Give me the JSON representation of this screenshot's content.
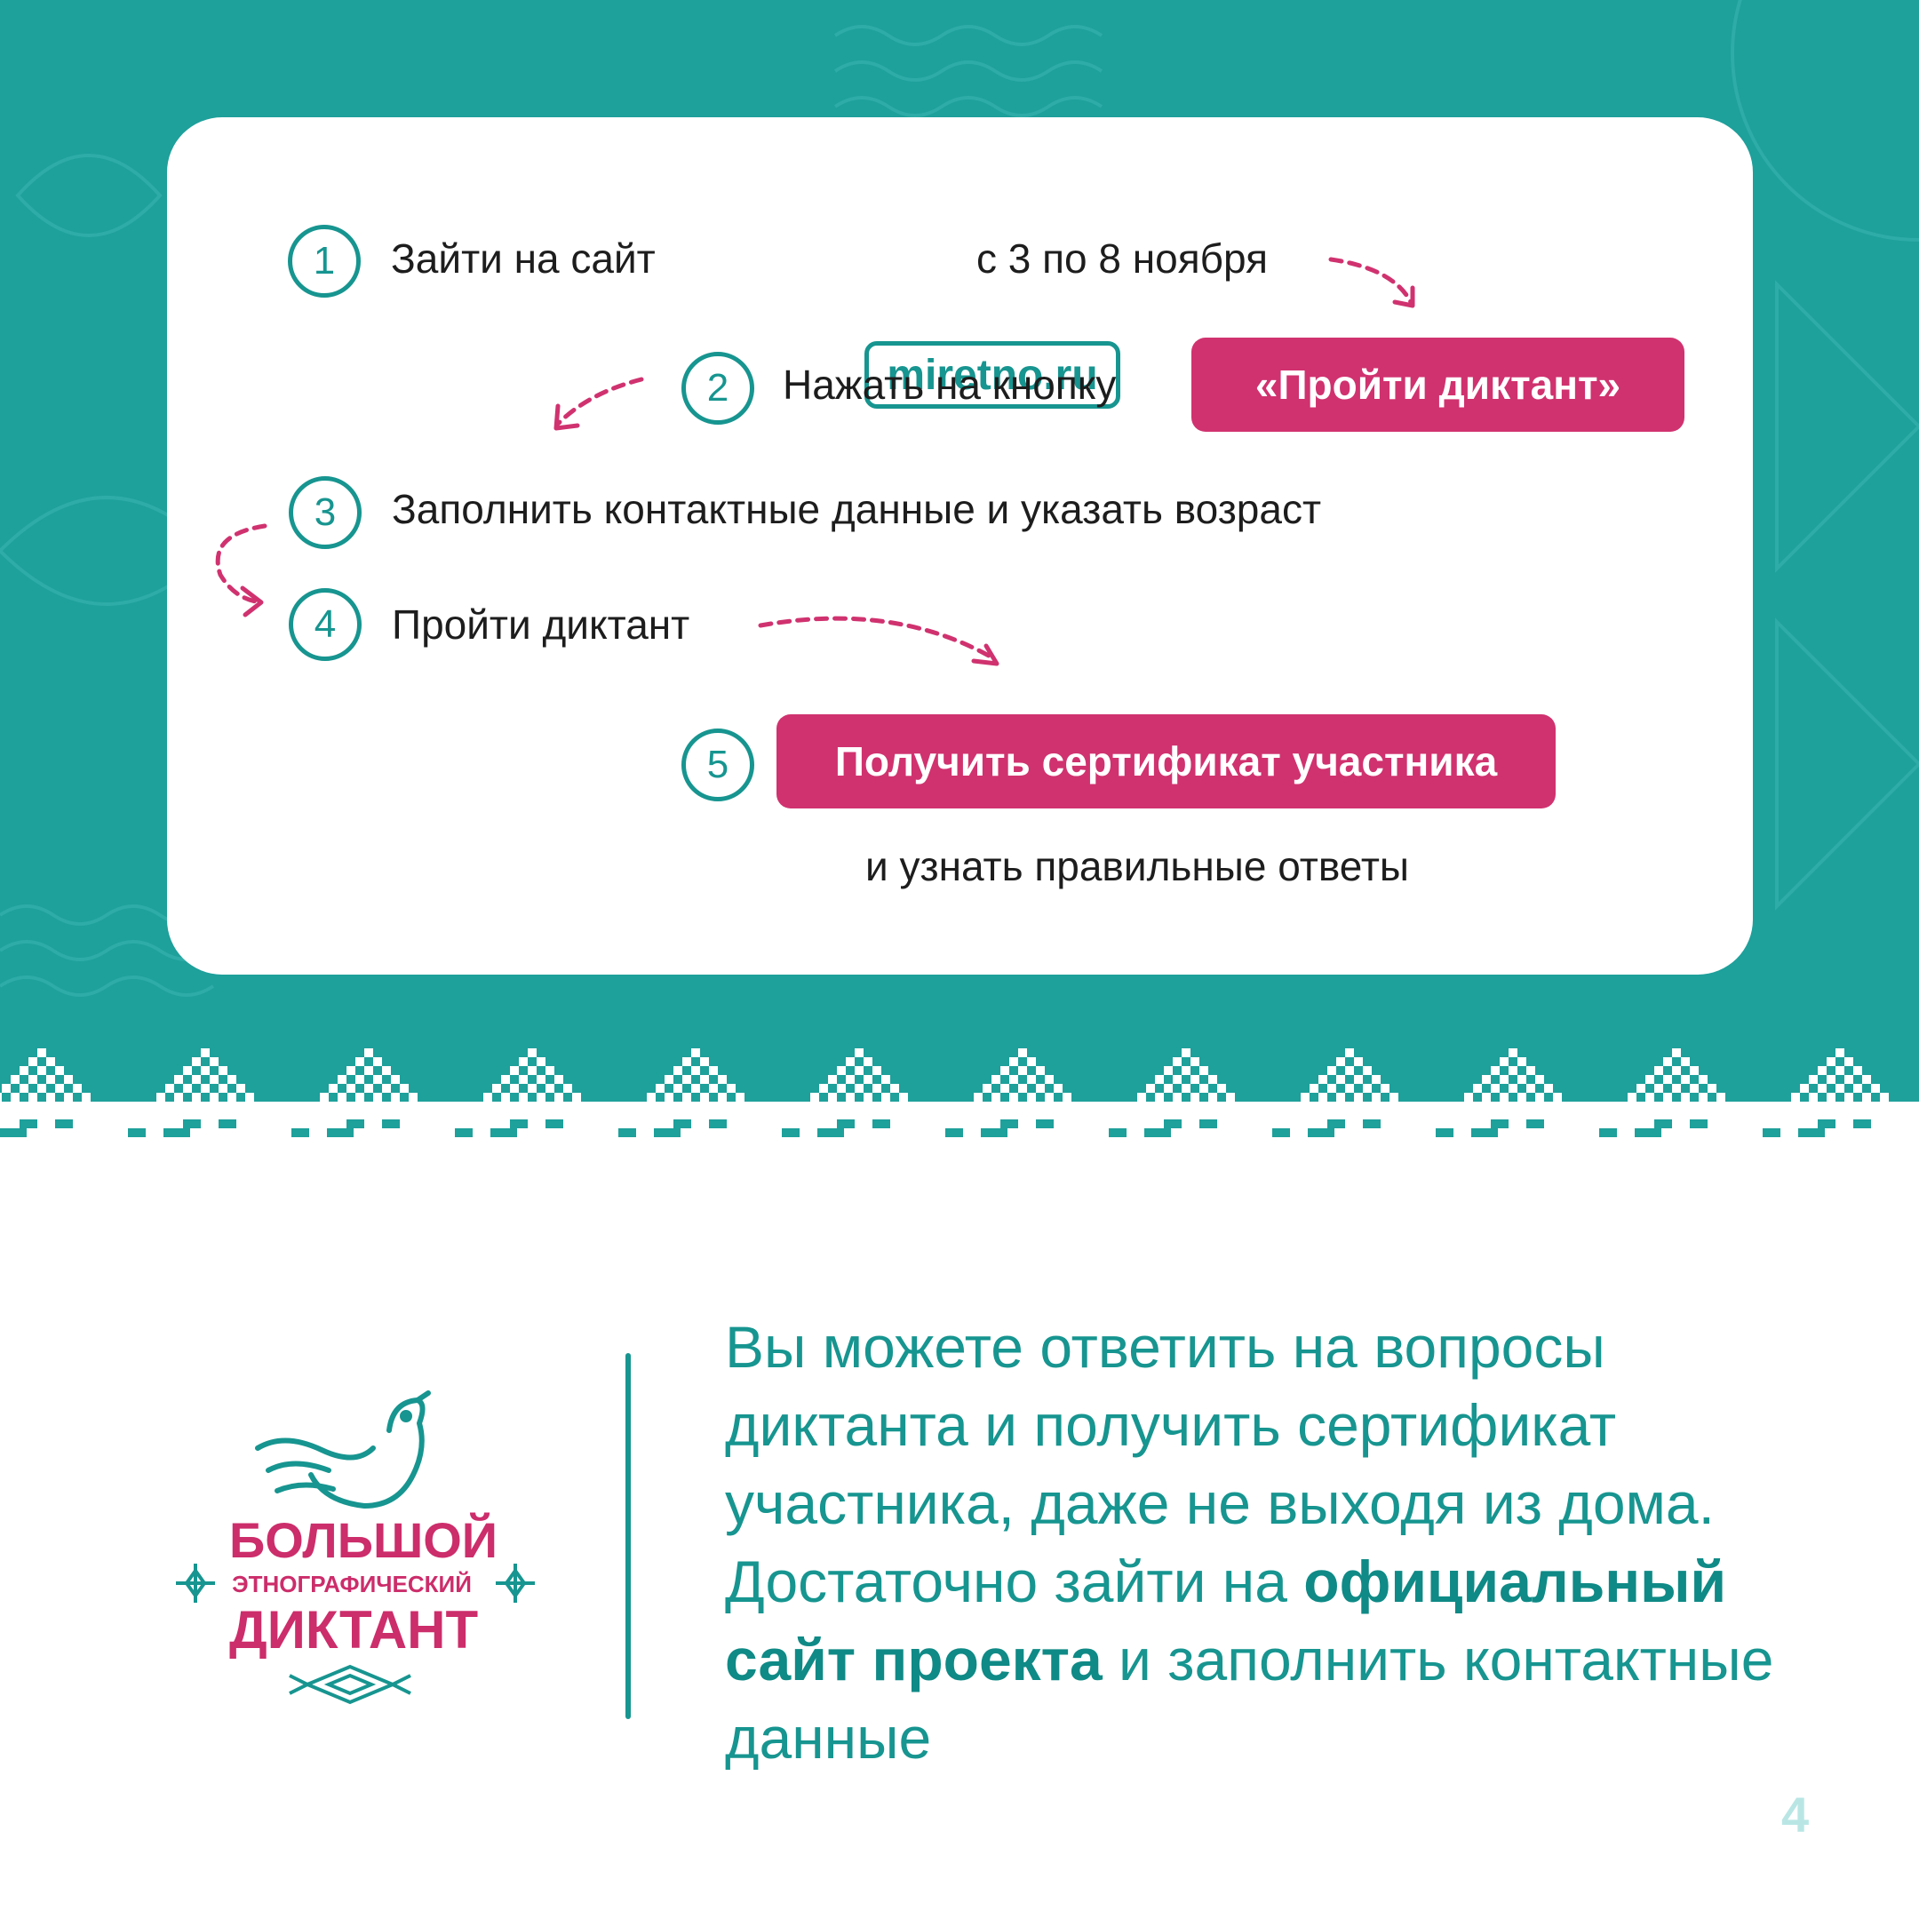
{
  "colors": {
    "teal": "#1ea09b",
    "teal_dark": "#179590",
    "pink": "#d0326f",
    "white": "#ffffff",
    "page_number": "#b9e6e4"
  },
  "steps": [
    {
      "number": "1",
      "text_before": "Зайти на сайт",
      "site": "miretno.ru",
      "text_after": "с 3 по 8 ноября"
    },
    {
      "number": "2",
      "text": "Нажать на кнопку",
      "button": "«Пройти диктант»"
    },
    {
      "number": "3",
      "text": "Заполнить контактные данные и указать возраст"
    },
    {
      "number": "4",
      "text": "Пройти диктант"
    },
    {
      "number": "5",
      "button": "Получить сертификат участника",
      "subtext": "и узнать правильные ответы"
    }
  ],
  "logo": {
    "line1": "БОЛЬШОЙ",
    "line2": "ЭТНОГРАФИЧЕСКИЙ",
    "line3": "ДИКТАНТ",
    "icon": "bird-icon"
  },
  "paragraph": {
    "part1": "Вы можете ответить на вопросы диктанта и получить сертификат участника, даже не выходя из дома. Достаточно зайти на ",
    "bold": "официальный сайт проекта",
    "part2": " и заполнить контактные данные"
  },
  "page_number": "4"
}
